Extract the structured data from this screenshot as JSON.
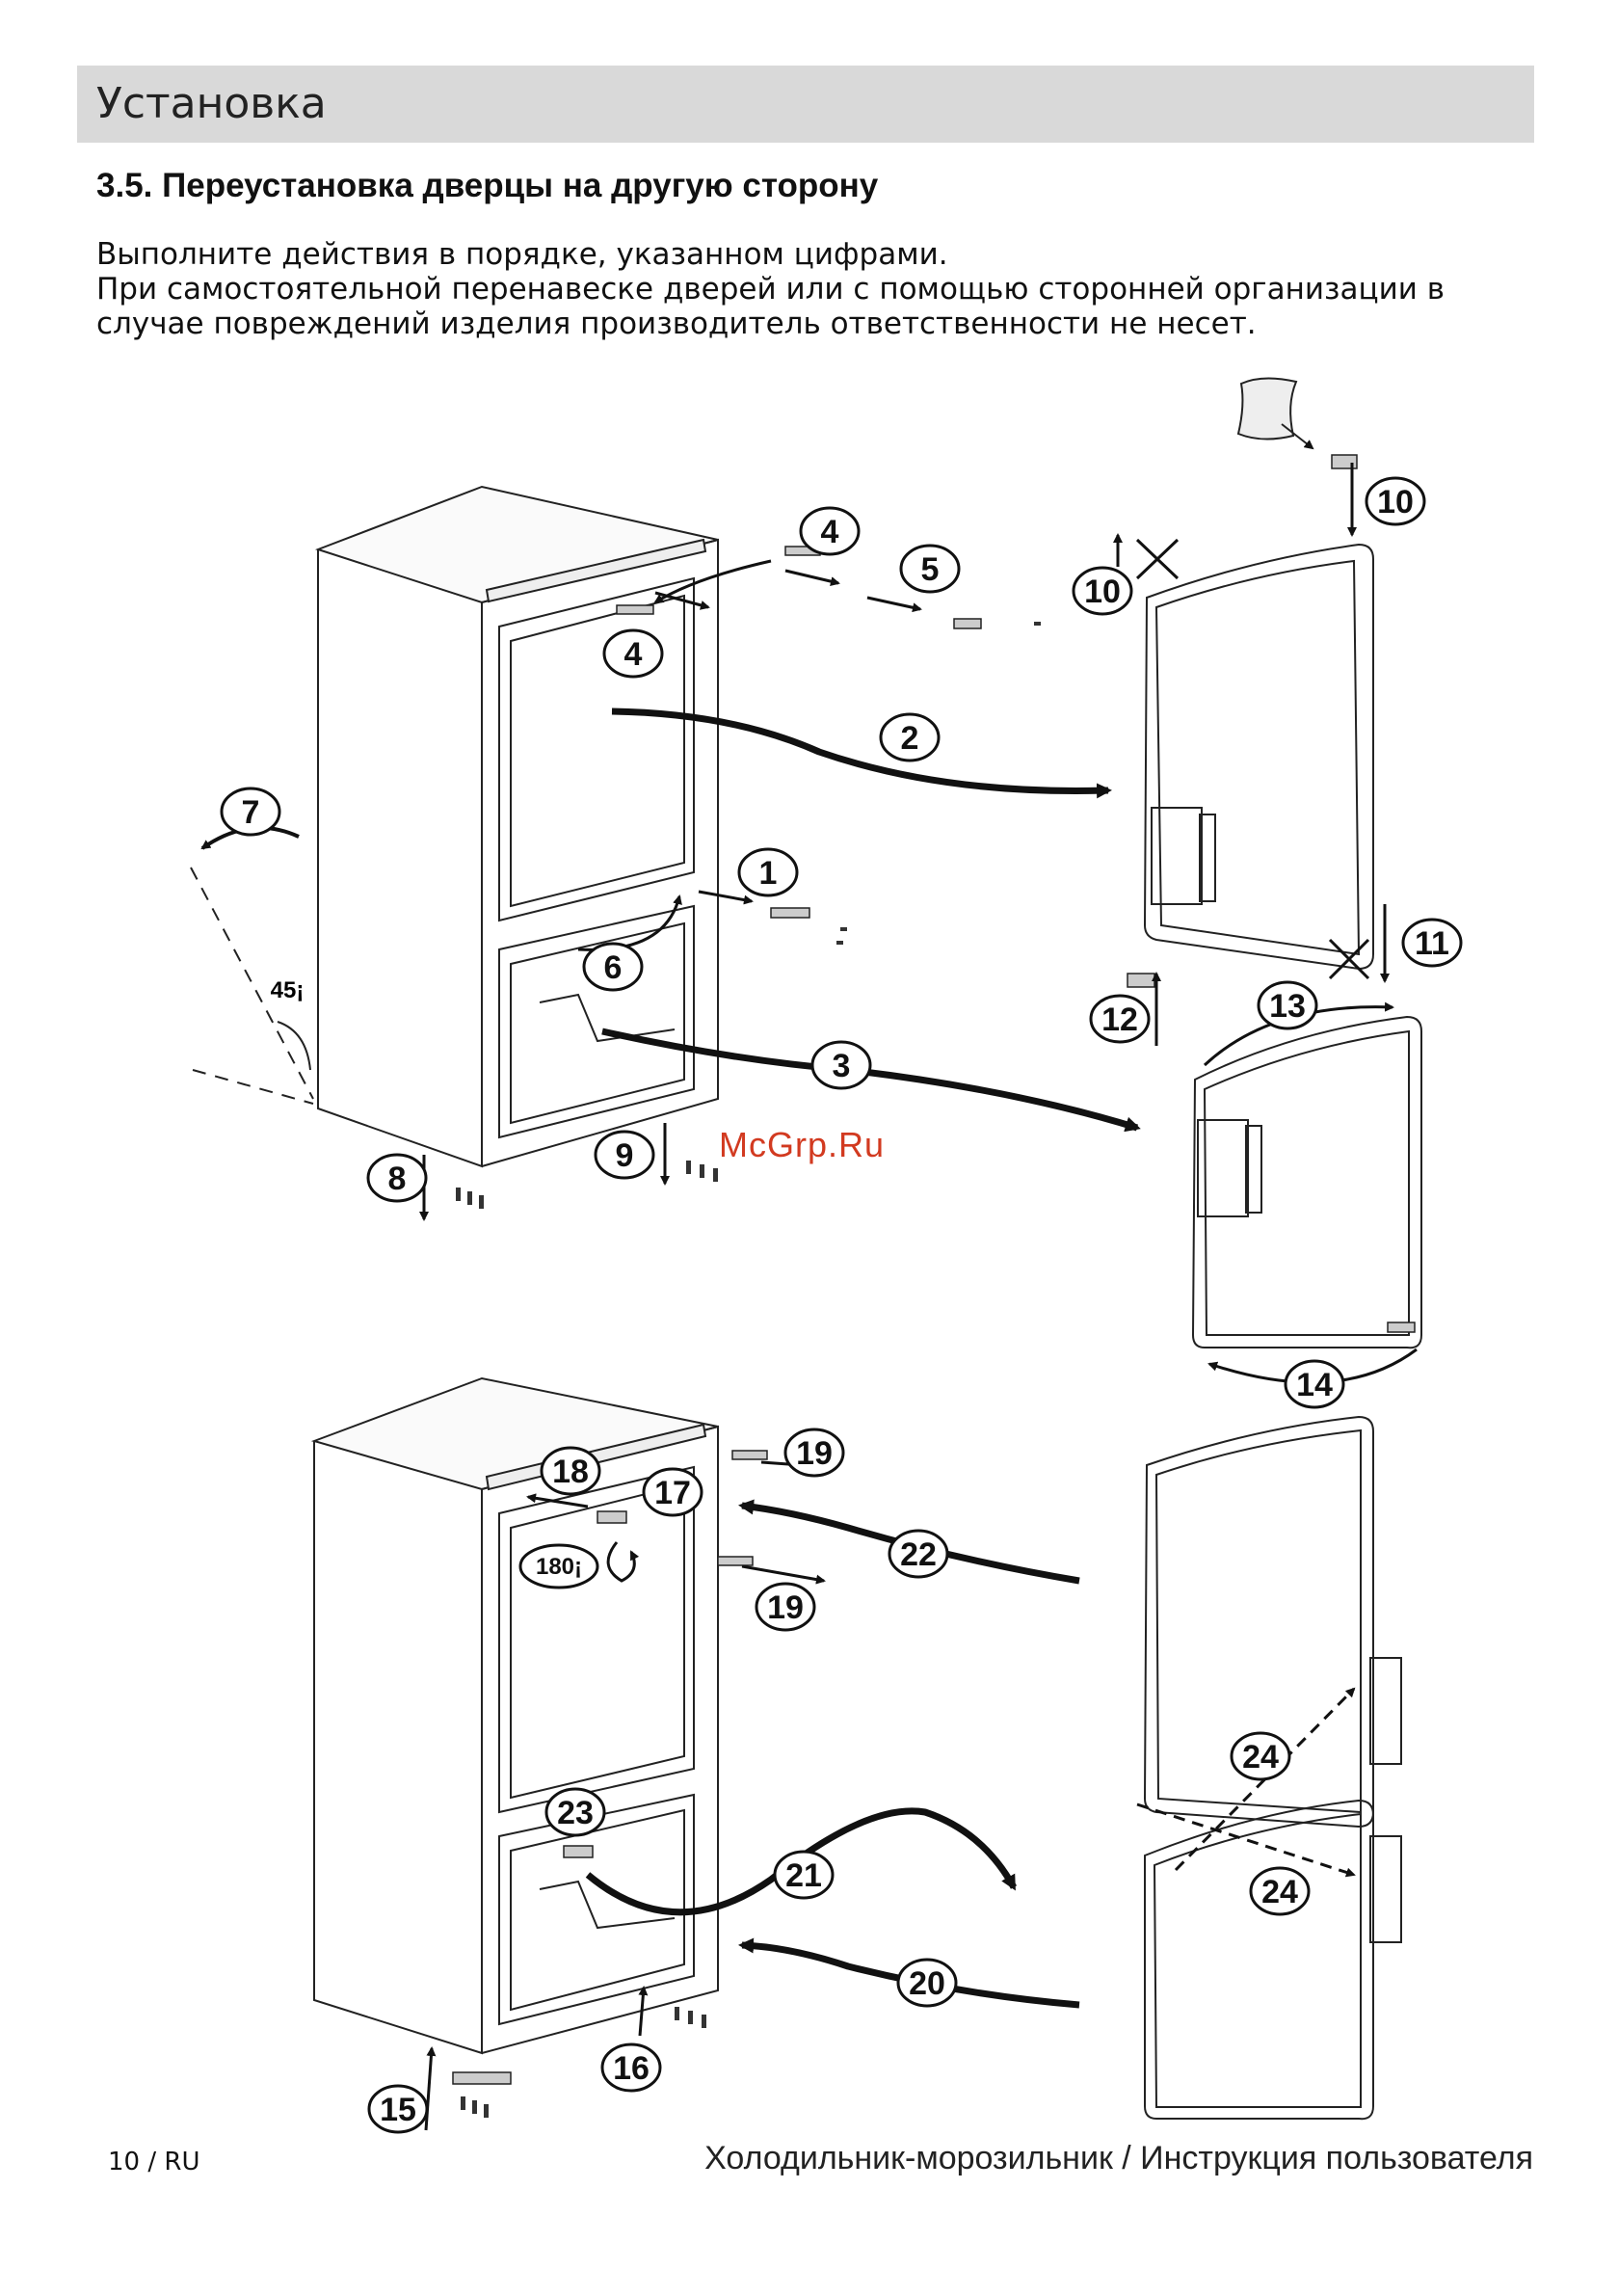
{
  "header": {
    "title": "Установка"
  },
  "section": {
    "title": "3.5. Переустановка дверцы на другую сторону"
  },
  "paragraph": {
    "lines": [
      "Выполните действия в порядке, указанном цифрами.",
      "При самостоятельной перенавеске дверей или с помощью сторонней организации в",
      "случае повреждений изделия  производитель ответственности не несет."
    ]
  },
  "diagram": {
    "angle_label": "45¡",
    "rotation_label": "180¡",
    "watermark": "McGrp.Ru",
    "steps_top": [
      "1",
      "2",
      "3",
      "4",
      "4",
      "5",
      "6",
      "7",
      "8",
      "9",
      "10",
      "10",
      "11",
      "12",
      "13",
      "14"
    ],
    "steps_bottom": [
      "15",
      "16",
      "17",
      "18",
      "19",
      "19",
      "20",
      "21",
      "22",
      "23",
      "24",
      "24"
    ]
  },
  "footer": {
    "page": "10 / RU",
    "doc_title": "Холодильник-морозильник / Инструкция пользователя"
  }
}
